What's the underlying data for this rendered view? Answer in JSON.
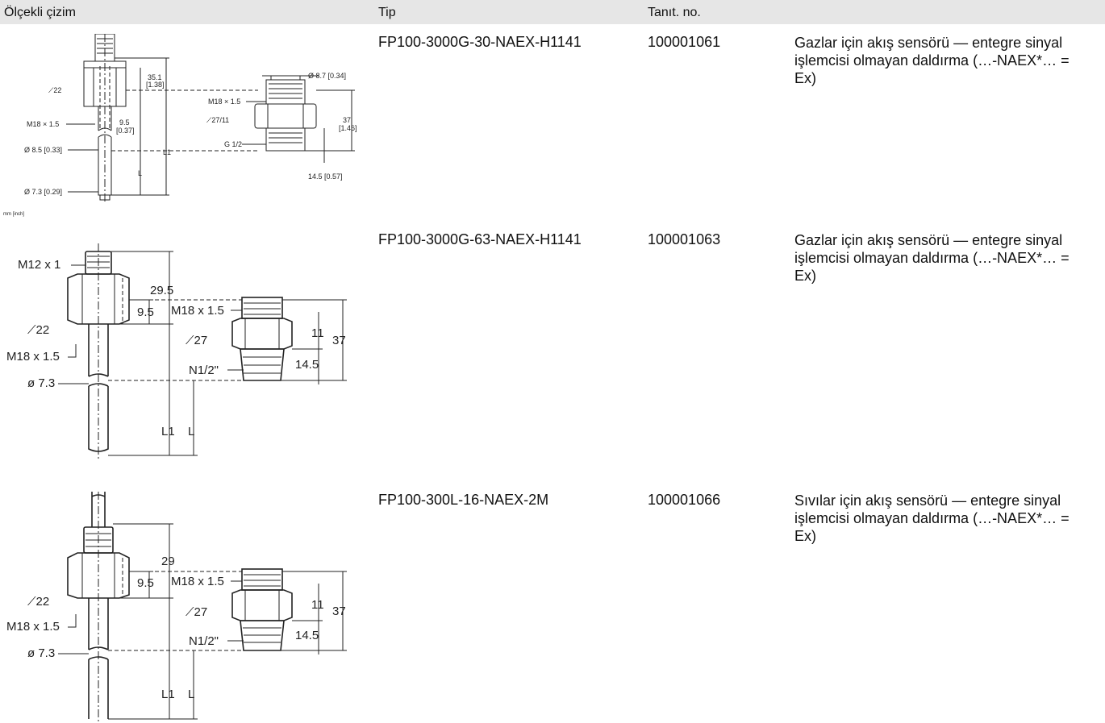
{
  "header": {
    "drawing": "Ölçekli çizim",
    "type": "Tip",
    "id": "Tanıt. no."
  },
  "rows": [
    {
      "type": "FP100-3000G-30-NAEX-H1141",
      "id": "100001061",
      "desc": "Gazlar için akış sensörü — entegre sinyal işlemcisi olmayan daldırma (…-NAEX*… = Ex)",
      "labels": {
        "wrench": "22",
        "thread1": "M18 × 1.5",
        "dia1": "Ø 8.5 [0.33]",
        "dia2": "Ø 7.3 [0.29]",
        "unit": "mm [inch]",
        "d351a": "35.1",
        "d351b": "[1.38]",
        "d95a": "9.5",
        "d95b": "[0.37]",
        "l1": "L1",
        "l": "L",
        "d87": "Ø 8.7 [0.34]",
        "thread2": "M18 × 1.5",
        "wrench2": "27/11",
        "g12": "G 1/2",
        "d37a": "37",
        "d37b": "[1.46]",
        "d145": "14.5 [0.57]"
      }
    },
    {
      "type": "FP100-3000G-63-NAEX-H1141",
      "id": "100001063",
      "desc": "Gazlar için akış sensörü — entegre sinyal işlemcisi olmayan daldırma (…-NAEX*… = Ex)",
      "labels": {
        "m12": "M12 x 1",
        "wrench": "22",
        "thread1": "M18 x 1.5",
        "dia": "ø 7.3",
        "d295": "29.5",
        "d95": "9.5",
        "thread2": "M18 x 1.5",
        "wrench2": "27",
        "n12": "N1/2\"",
        "d11": "11",
        "d37": "37",
        "d145": "14.5",
        "l1": "L1",
        "l": "L"
      }
    },
    {
      "type": "FP100-300L-16-NAEX-2M",
      "id": "100001066",
      "desc": "Sıvılar için akış sensörü — entegre sinyal işlemcisi olmayan daldırma (…-NAEX*… = Ex)",
      "labels": {
        "wrench": "22",
        "thread1": "M18 x 1.5",
        "dia": "ø 7.3",
        "d29": "29",
        "d95": "9.5",
        "thread2": "M18 x 1.5",
        "wrench2": "27",
        "n12": "N1/2\"",
        "d11": "11",
        "d37": "37",
        "d145": "14.5",
        "l1": "L1",
        "l": "L"
      }
    }
  ]
}
